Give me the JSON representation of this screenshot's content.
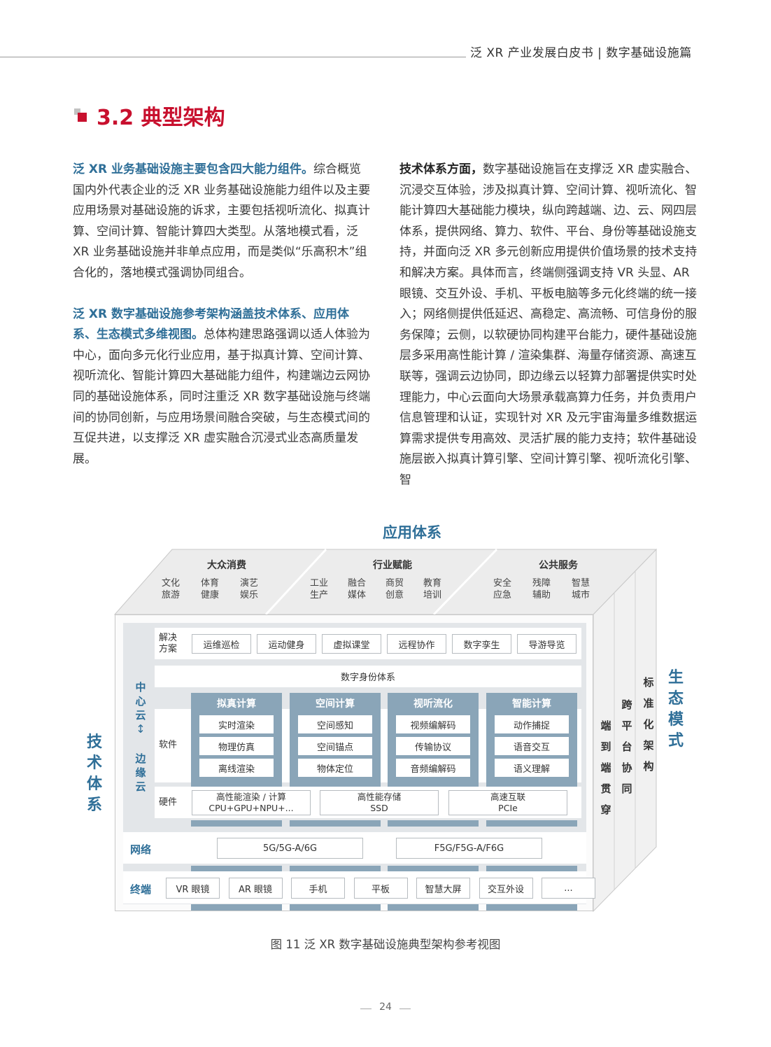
{
  "header": {
    "title": "泛 XR 产业发展白皮书 | 数字基础设施篇"
  },
  "section": {
    "title": "3.2 典型架构"
  },
  "left_col": {
    "p1_lead": "泛 XR 业务基础设施主要包含四大能力组件。",
    "p1_body": "综合概览国内外代表企业的泛 XR 业务基础设施能力组件以及主要应用场景对基础设施的诉求，主要包括视听流化、拟真计算、空间计算、智能计算四大类型。从落地模式看，泛 XR 业务基础设施并非单点应用，而是类似“乐高积木”组合化的，落地模式强调协同组合。",
    "p2_lead": "泛 XR 数字基础设施参考架构涵盖技术体系、应用体系、生态模式多维视图。",
    "p2_body": "总体构建思路强调以适人体验为中心，面向多元化行业应用，基于拟真计算、空间计算、视听流化、智能计算四大基础能力组件，构建端边云网协同的基础设施体系，同时注重泛 XR 数字基础设施与终端间的协同创新，与应用场景间融合突破，与生态模式间的互促共进，以支撑泛 XR 虚实融合沉浸式业态高质量发展。"
  },
  "right_col": {
    "lead": "技术体系方面，",
    "body": "数字基础设施旨在支撑泛 XR 虚实融合、沉浸交互体验，涉及拟真计算、空间计算、视听流化、智能计算四大基础能力模块，纵向跨越端、边、云、网四层体系，提供网络、算力、软件、平台、身份等基础设施支持，并面向泛 XR 多元创新应用提供价值场景的技术支持和解决方案。具体而言，终端侧强调支持 VR 头显、AR 眼镜、交互外设、手机、平板电脑等多元化终端的统一接入；网络侧提供低延迟、高稳定、高流畅、可信身份的服务保障；云侧，以软硬协同构建平台能力，硬件基础设施层多采用高性能计算 / 渲染集群、海量存储资源、高速互联等，强调云边协同，即边缘云以轻算力部署提供实时处理能力，中心云面向大场景承载高算力任务，并负责用户信息管理和认证，实现针对 XR 及元宇宙海量多维数据运算需求提供专用高效、灵活扩展的能力支持；软件基础设施层嵌入拟真计算引擎、空间计算引擎、视听流化引擎、智"
  },
  "diagram": {
    "app_title": "应用体系",
    "app_groups": [
      {
        "title": "大众消费",
        "items": [
          [
            "文化",
            "旅游"
          ],
          [
            "体育",
            "健康"
          ],
          [
            "演艺",
            "娱乐"
          ]
        ]
      },
      {
        "title": "行业赋能",
        "items": [
          [
            "工业",
            "生产"
          ],
          [
            "融合",
            "媒体"
          ],
          [
            "商贸",
            "创意"
          ],
          [
            "教育",
            "培训"
          ]
        ]
      },
      {
        "title": "公共服务",
        "items": [
          [
            "安全",
            "应急"
          ],
          [
            "残障",
            "辅助"
          ],
          [
            "智慧",
            "城市"
          ]
        ]
      }
    ],
    "solutions_label": [
      "解决",
      "方案"
    ],
    "solutions": [
      "运维巡检",
      "运动健身",
      "虚拟课堂",
      "远程协作",
      "数字孪生",
      "导游导览"
    ],
    "identity": "数字身份体系",
    "cloud_edge": {
      "top": [
        "中",
        "心",
        "云"
      ],
      "arrow": "↕",
      "bottom": [
        "边",
        "缘",
        "云"
      ]
    },
    "software_label": "软件",
    "hardware_label": "硬件",
    "compute_columns": [
      {
        "title": "拟真计算",
        "items": [
          "实时渲染",
          "物理仿真",
          "离线渲染"
        ]
      },
      {
        "title": "空间计算",
        "items": [
          "空间感知",
          "空间锚点",
          "物体定位"
        ]
      },
      {
        "title": "视听流化",
        "items": [
          "视频编解码",
          "传输协议",
          "音频编解码"
        ]
      },
      {
        "title": "智能计算",
        "items": [
          "动作捕捉",
          "语音交互",
          "语义理解"
        ]
      }
    ],
    "hardware": [
      [
        "高性能渲染 / 计算",
        "CPU+GPU+NPU+..."
      ],
      [
        "高性能存储",
        "SSD"
      ],
      [
        "高速互联",
        "PCIe"
      ]
    ],
    "network_label": "网络",
    "network": [
      "5G/5G-A/6G",
      "F5G/F5G-A/F6G"
    ],
    "terminal_label": "终端",
    "terminals": [
      "VR 眼镜",
      "AR 眼镜",
      "手机",
      "平板",
      "智慧大屏",
      "交互外设",
      "..."
    ],
    "tech_label": [
      "技",
      "术",
      "体",
      "系"
    ],
    "eco_label": [
      "生",
      "态",
      "模",
      "式"
    ],
    "side_panels": [
      [
        "端",
        "到",
        "端",
        "贯",
        "穿"
      ],
      [
        "跨",
        "平",
        "台",
        "协",
        "同"
      ],
      [
        "标",
        "准",
        "化",
        "架",
        "构"
      ]
    ],
    "colors": {
      "accent_blue": "#2f6f98",
      "column_fill": "#8aa5b8",
      "panel_bg": "#e3e6e9"
    }
  },
  "caption": "图 11 泛 XR 数字基础设施典型架构参考视图",
  "page_number": "24"
}
